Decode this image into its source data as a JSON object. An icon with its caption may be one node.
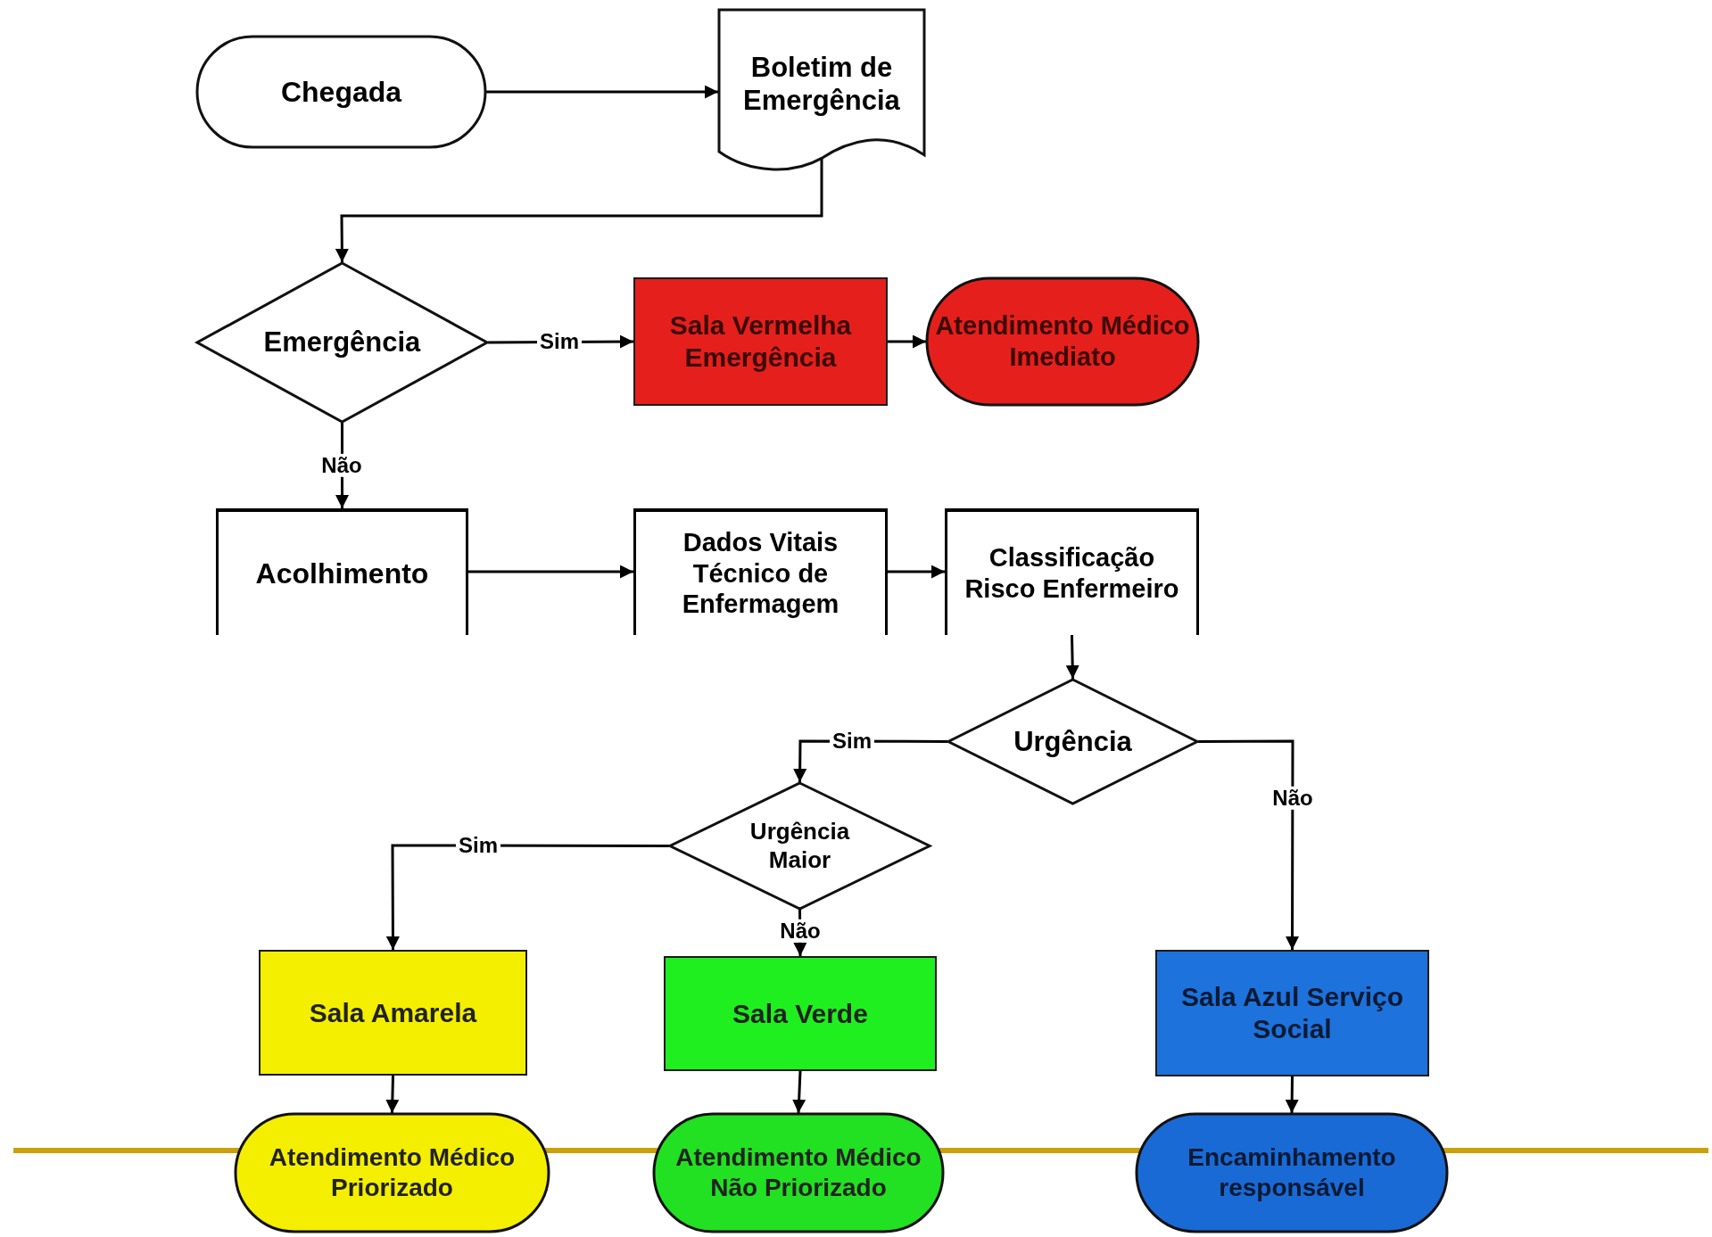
{
  "diagram": {
    "nodes": [
      {
        "text": [
          "Chegada"
        ]
      },
      {
        "text": [
          "Boletim de Emergência"
        ]
      },
      {
        "text": [
          "Emergência"
        ]
      },
      {
        "text": [
          "Sala Vermelha Emergência"
        ]
      },
      {
        "text": [
          "Atendimento Médico Imediato"
        ]
      },
      {
        "text": [
          "Acolhimento"
        ]
      },
      {
        "text": [
          "Dados Vitais Técnico de Enfermagem"
        ]
      },
      {
        "text": [
          "Classificação Risco Enfermeiro"
        ]
      },
      {
        "text": [
          "Urgência"
        ]
      },
      {
        "text": [
          "Urgência Maior"
        ]
      },
      {
        "text": [
          "Sala Amarela"
        ]
      },
      {
        "text": [
          "Sala Verde"
        ]
      },
      {
        "text": [
          "Sala Azul Serviço Social"
        ]
      },
      {
        "text": [
          "Atendimento Médico Priorizado"
        ]
      },
      {
        "text": [
          "Atendimento Médico Não Priorizado"
        ]
      },
      {
        "text": [
          "Encaminhamento responsável"
        ]
      }
    ],
    "edges": [
      {
        "from": 0,
        "to": 1,
        "arrow": "to"
      },
      {
        "from": 1,
        "to": 2,
        "arrow": "to"
      },
      {
        "from": 2,
        "to": 3,
        "arrow": "to",
        "label": "Sim"
      },
      {
        "from": 3,
        "to": 4,
        "arrow": "to"
      },
      {
        "from": 2,
        "to": 5,
        "arrow": "to",
        "label": "Não"
      },
      {
        "from": 5,
        "to": 6,
        "arrow": "to"
      },
      {
        "from": 6,
        "to": 7,
        "arrow": "to"
      },
      {
        "from": 7,
        "to": 8,
        "arrow": "to"
      },
      {
        "from": 8,
        "to": 9,
        "arrow": "to",
        "label": "Sim"
      },
      {
        "from": 8,
        "to": 12,
        "arrow": "to",
        "label": "Não"
      },
      {
        "from": 9,
        "to": 10,
        "arrow": "to",
        "label": "Sim"
      },
      {
        "from": 9,
        "to": 11,
        "arrow": "to",
        "label": "Não"
      },
      {
        "from": 10,
        "to": 13,
        "arrow": "to"
      },
      {
        "from": 11,
        "to": 14,
        "arrow": "to"
      },
      {
        "from": 12,
        "to": 15,
        "arrow": "to"
      }
    ]
  }
}
